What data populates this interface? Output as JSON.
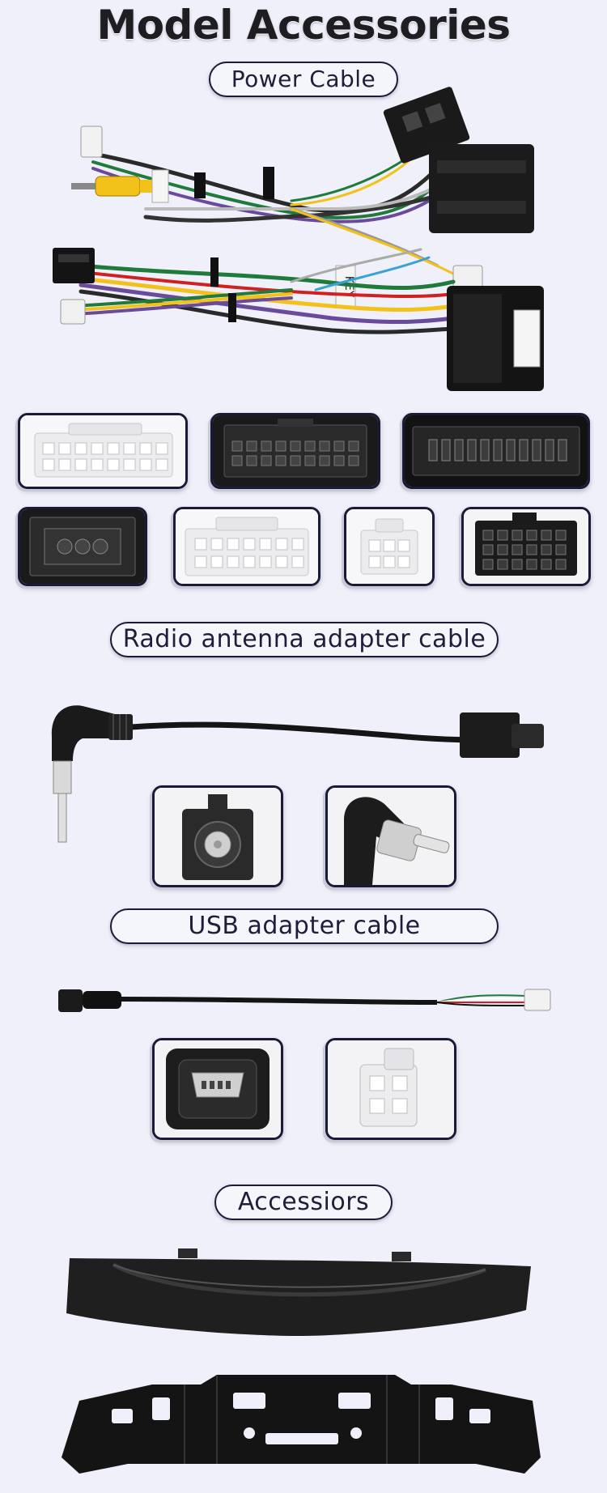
{
  "page": {
    "title": "Model Accessories"
  },
  "sections": {
    "power_cable": {
      "label": "Power Cable"
    },
    "radio_antenna": {
      "label": "Radio antenna adapter cable"
    },
    "usb_adapter": {
      "label": "USB adapter cable"
    },
    "accessories": {
      "label": "Accessiors"
    }
  },
  "harness_labels": {
    "key_tag": "KEY"
  },
  "colors": {
    "background": "#eff0f9",
    "pill_border": "#1c1c3a",
    "thumb_border": "#1a1a38",
    "wire_yellow": "#f2c21b",
    "wire_green": "#1f7a3c",
    "wire_purple": "#6a4a9a",
    "wire_red": "#d02020"
  },
  "icons": [
    "power-harness-image",
    "connector-white-24pin-icon",
    "connector-black-20pin-icon",
    "connector-black-wide-icon",
    "connector-black-square-icon",
    "connector-white-wide-icon",
    "connector-white-small-icon",
    "connector-iso-black-icon",
    "antenna-cable-image",
    "fakra-plug-icon",
    "din-antenna-plug-icon",
    "usb-cable-image",
    "mini-usb-port-icon",
    "white-4pin-plug-icon",
    "trim-panel-image",
    "mounting-bracket-image"
  ]
}
